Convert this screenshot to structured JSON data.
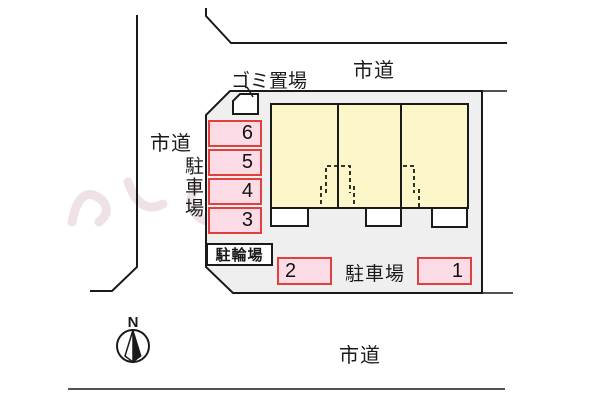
{
  "labels": {
    "road_top": "市道",
    "road_left": "市道",
    "road_bottom": "市道",
    "garbage_area": "ゴミ置場",
    "parking_side_vertical": "駐車場",
    "parking_bottom": "駐車場",
    "bicycle_parking": "駐輪場",
    "north": "N"
  },
  "stalls": {
    "left": [
      "6",
      "5",
      "4",
      "3"
    ],
    "bottom_left": "2",
    "bottom_right": "1"
  },
  "colors": {
    "site_ground": "#efefef",
    "building_fill": "#fcf6c9",
    "stall_fill": "#fbdce6",
    "stall_border": "#e2403e",
    "line": "#1a1a1a",
    "watermark": "#eddfe3"
  }
}
